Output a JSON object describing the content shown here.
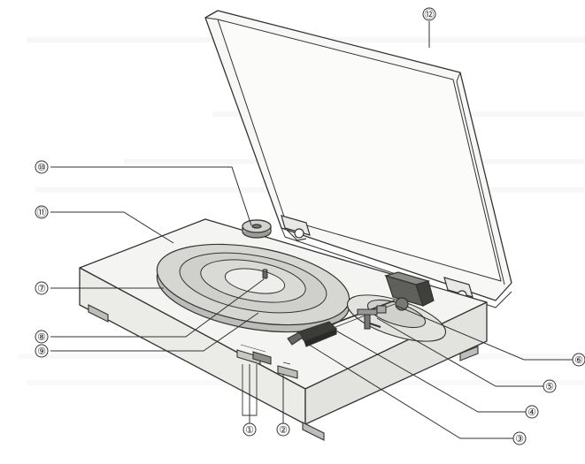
{
  "figure": {
    "title": "",
    "callouts": [
      {
        "id": "c1",
        "label": "①"
      },
      {
        "id": "c2",
        "label": "②"
      },
      {
        "id": "c3",
        "label": "③"
      },
      {
        "id": "c4",
        "label": "④"
      },
      {
        "id": "c5",
        "label": "⑤"
      },
      {
        "id": "c6",
        "label": "⑥"
      },
      {
        "id": "c7",
        "label": "⑦"
      },
      {
        "id": "c8",
        "label": "⑧"
      },
      {
        "id": "c9",
        "label": "⑨"
      },
      {
        "id": "c10",
        "label": "⑩"
      },
      {
        "id": "c11",
        "label": "⑪"
      },
      {
        "id": "c12",
        "label": "⑫"
      }
    ]
  },
  "colors": {
    "ink": "#333333",
    "plinth_top": "#f4f4f2",
    "plinth_front": "#ebebe8",
    "platter": "#d6d6d3",
    "mat": "#cfcfcc",
    "lid": "#f7f7f5",
    "dark": "#555555"
  }
}
